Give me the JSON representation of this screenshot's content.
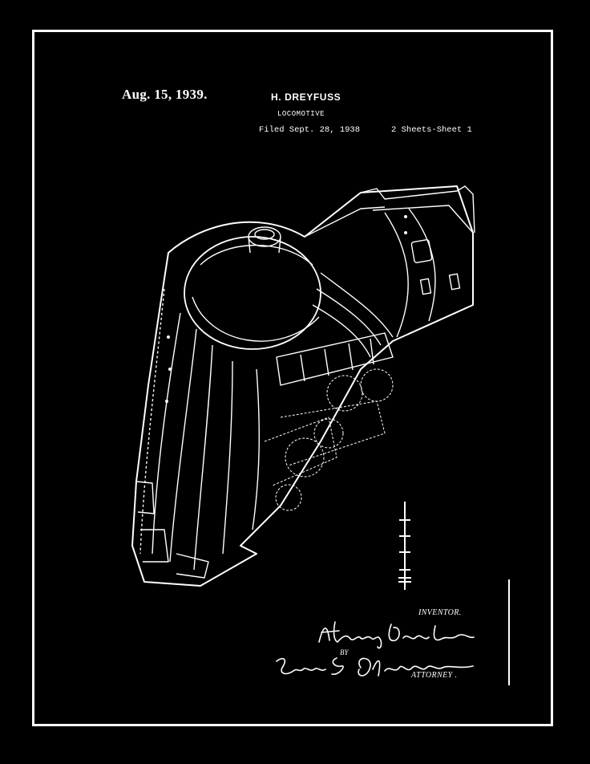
{
  "header": {
    "date": "Aug. 15, 1939.",
    "inventor": "H. DREYFUSS",
    "title": "LOCOMOTIVE",
    "filed": "Filed Sept. 28, 1938",
    "sheets": "2 Sheets-Sheet 1"
  },
  "labels": {
    "inventor": "INVENTOR.",
    "by": "BY",
    "attorney": "ATTORNEY ."
  },
  "signatures": {
    "inventor": "Henry Dreyfuss",
    "attorney": "Edwin S. Clarkson"
  },
  "colors": {
    "background": "#000000",
    "ink": "#ffffff"
  }
}
